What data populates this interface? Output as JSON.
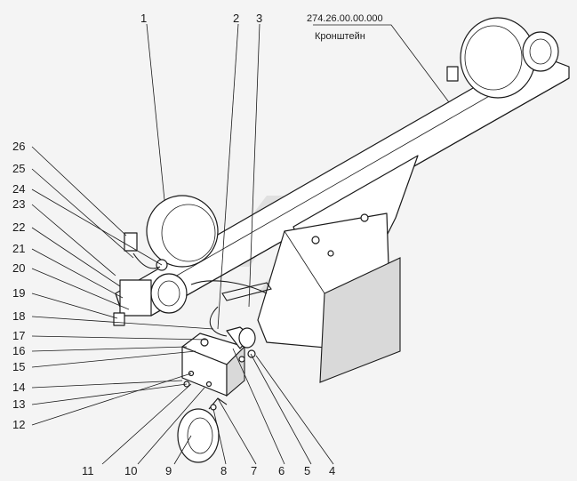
{
  "document": {
    "code": "274.26.00.00.000",
    "title": "Кронштейн"
  },
  "callouts": [
    "1",
    "2",
    "3",
    "4",
    "5",
    "6",
    "7",
    "8",
    "9",
    "10",
    "11",
    "12",
    "13",
    "14",
    "15",
    "16",
    "17",
    "18",
    "19",
    "20",
    "21",
    "22",
    "23",
    "24",
    "25",
    "26"
  ]
}
